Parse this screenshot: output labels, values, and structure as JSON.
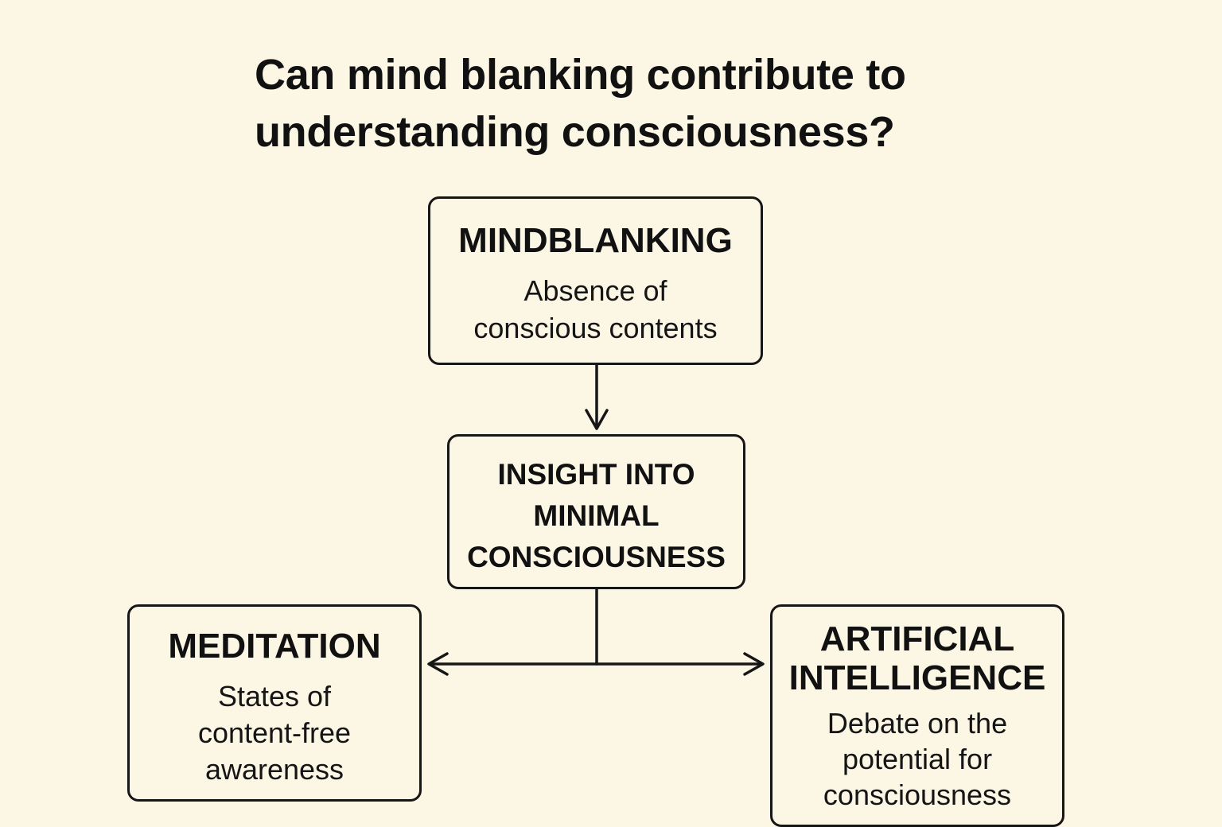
{
  "title": {
    "line1": "Can mind blanking contribute to",
    "line2": "understanding consciousness?"
  },
  "nodes": {
    "mindblanking": {
      "heading": "MINDBLANKING",
      "text_line1": "Absence of",
      "text_line2": "conscious contents"
    },
    "insight": {
      "heading_line1": "INSIGHT INTO",
      "heading_line2": "MINIMAL",
      "heading_line3": "CONSCIOUSNESS"
    },
    "meditation": {
      "heading": "MEDITATION",
      "text_line1": "States of",
      "text_line2": "content-free",
      "text_line3": "awareness"
    },
    "ai": {
      "heading_line1": "ARTIFICIAL",
      "heading_line2": "INTELLIGENCE",
      "text_line1": "Debate on the",
      "text_line2": "potential for",
      "text_line3": "consciousness"
    }
  },
  "colors": {
    "background": "#fcf6e4",
    "stroke": "#161616"
  }
}
